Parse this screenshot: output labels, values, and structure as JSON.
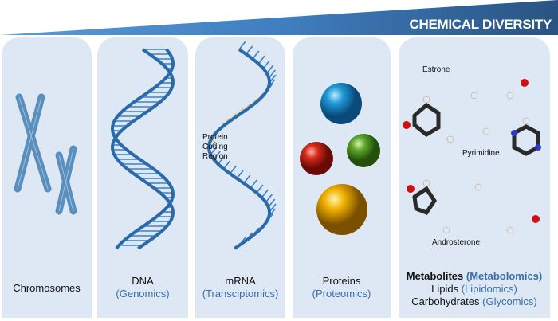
{
  "banner": {
    "title": "CHEMICAL DIVERSITY"
  },
  "panels": [
    {
      "name": "Chromosomes",
      "sub": ""
    },
    {
      "name": "DNA",
      "sub": "(Genomics)"
    },
    {
      "name": "mRNA",
      "sub": "(Transciptomics)",
      "annotation": [
        "Protein",
        "Coding",
        "Region"
      ]
    },
    {
      "name": "Proteins",
      "sub": "(Proteomics)"
    },
    {
      "molecules": [
        "Estrone",
        "Pyrimidine",
        "Androsterone"
      ],
      "lines": [
        {
          "name": "Metabolites",
          "sub": "(Metabolomics)"
        },
        {
          "name": "Lipids",
          "sub": "(Lipidomics)"
        },
        {
          "name": "Carbohydrates",
          "sub": "(Glycomics)"
        }
      ]
    }
  ],
  "colors": {
    "accent": "#3a6ea5",
    "panel": "#dde8f4",
    "helix": "#3b82c4"
  }
}
